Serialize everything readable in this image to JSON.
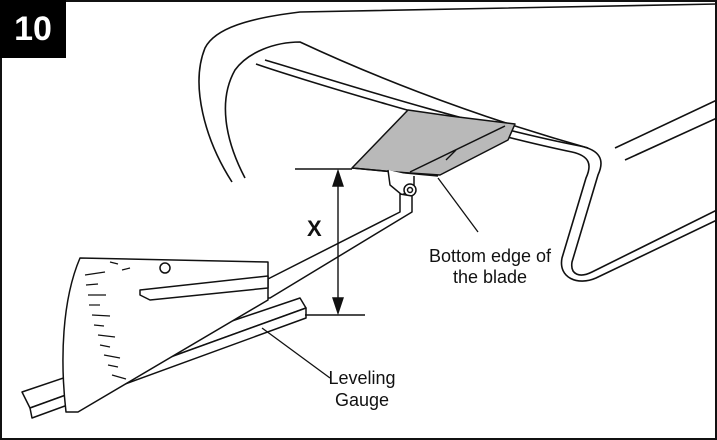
{
  "figure": {
    "number": "10"
  },
  "labels": {
    "dimension": "X",
    "blade_edge_line1": "Bottom edge of",
    "blade_edge_line2": "the blade",
    "gauge_line1": "Leveling",
    "gauge_line2": "Gauge"
  },
  "colors": {
    "line": "#111111",
    "blade_fill": "#b9b9b9",
    "background": "#ffffff",
    "badge": "#000000"
  },
  "icons": {
    "measurement_arrow": "double-arrow-vertical"
  }
}
